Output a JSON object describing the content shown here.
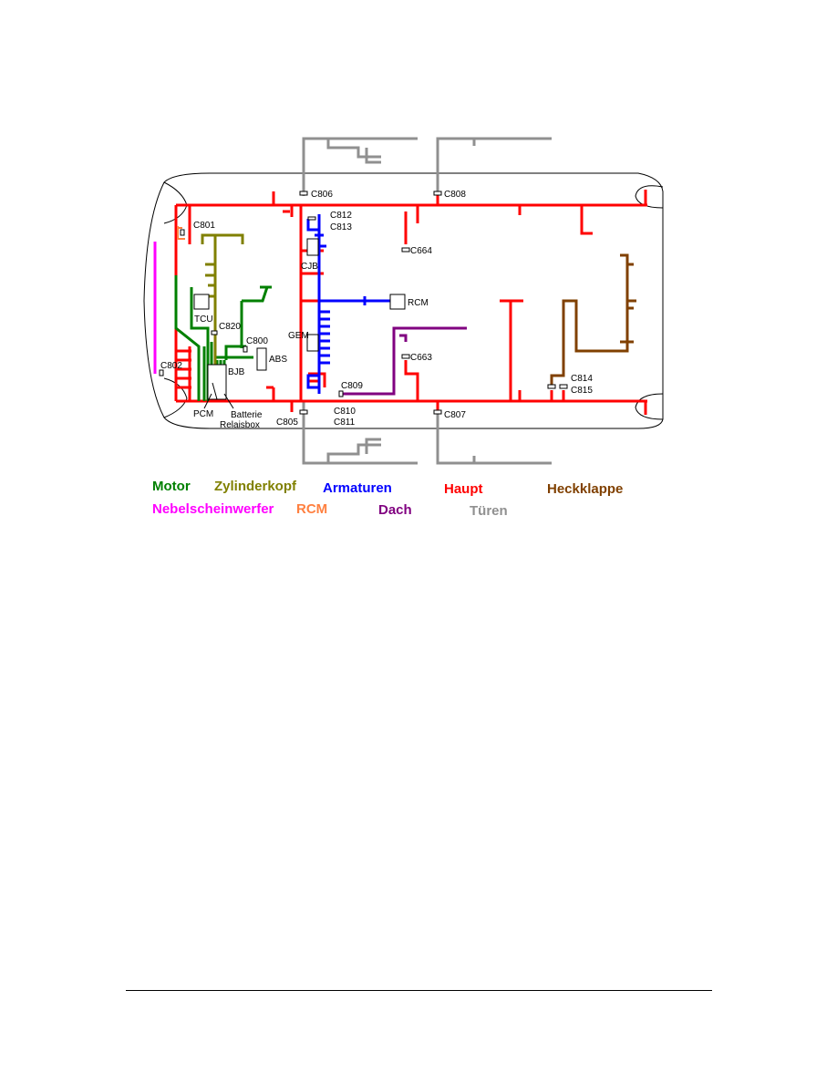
{
  "colors": {
    "motor": "#008000",
    "zylinderkopf": "#808000",
    "armaturen": "#0000ff",
    "haupt": "#ff0000",
    "heckklappe": "#804000",
    "nebelscheinwerfer": "#ff00ff",
    "rcm": "#ff8040",
    "dach": "#800080",
    "tueren": "#909090",
    "outline": "#000000"
  },
  "connectors": {
    "c801": "C801",
    "c802": "C802",
    "c805": "C805",
    "c806": "C806",
    "c807": "C807",
    "c808": "C808",
    "c809": "C809",
    "c810": "C810",
    "c811": "C811",
    "c812": "C812",
    "c813": "C813",
    "c814": "C814",
    "c815": "C815",
    "c820": "C820",
    "c800": "C800",
    "c663": "C663",
    "c664": "C664"
  },
  "modules": {
    "cjb": "CJB",
    "rcm": "RCM",
    "gem": "GEM",
    "tcu": "TCU",
    "abs": "ABS",
    "bjb": "BJB",
    "pcm": "PCM",
    "batterie": "Batterie",
    "relaisbox": "Relaisbox"
  },
  "legend": {
    "motor": "Motor",
    "zylinderkopf": "Zylinderkopf",
    "armaturen": "Armaturen",
    "haupt": "Haupt",
    "heckklappe": "Heckklappe",
    "nebelscheinwerfer": "Nebelscheinwerfer",
    "rcm": "RCM",
    "dach": "Dach",
    "tueren": "Türen"
  }
}
